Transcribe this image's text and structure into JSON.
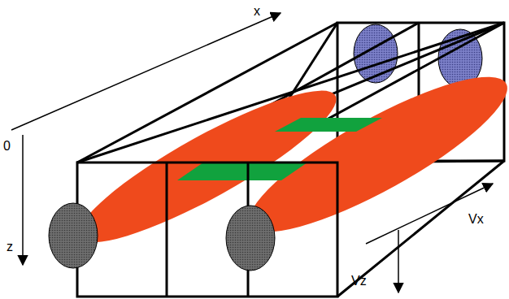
{
  "diagram": {
    "labels": [
      "x",
      "0",
      "z",
      "Vx",
      "Vz"
    ]
  }
}
